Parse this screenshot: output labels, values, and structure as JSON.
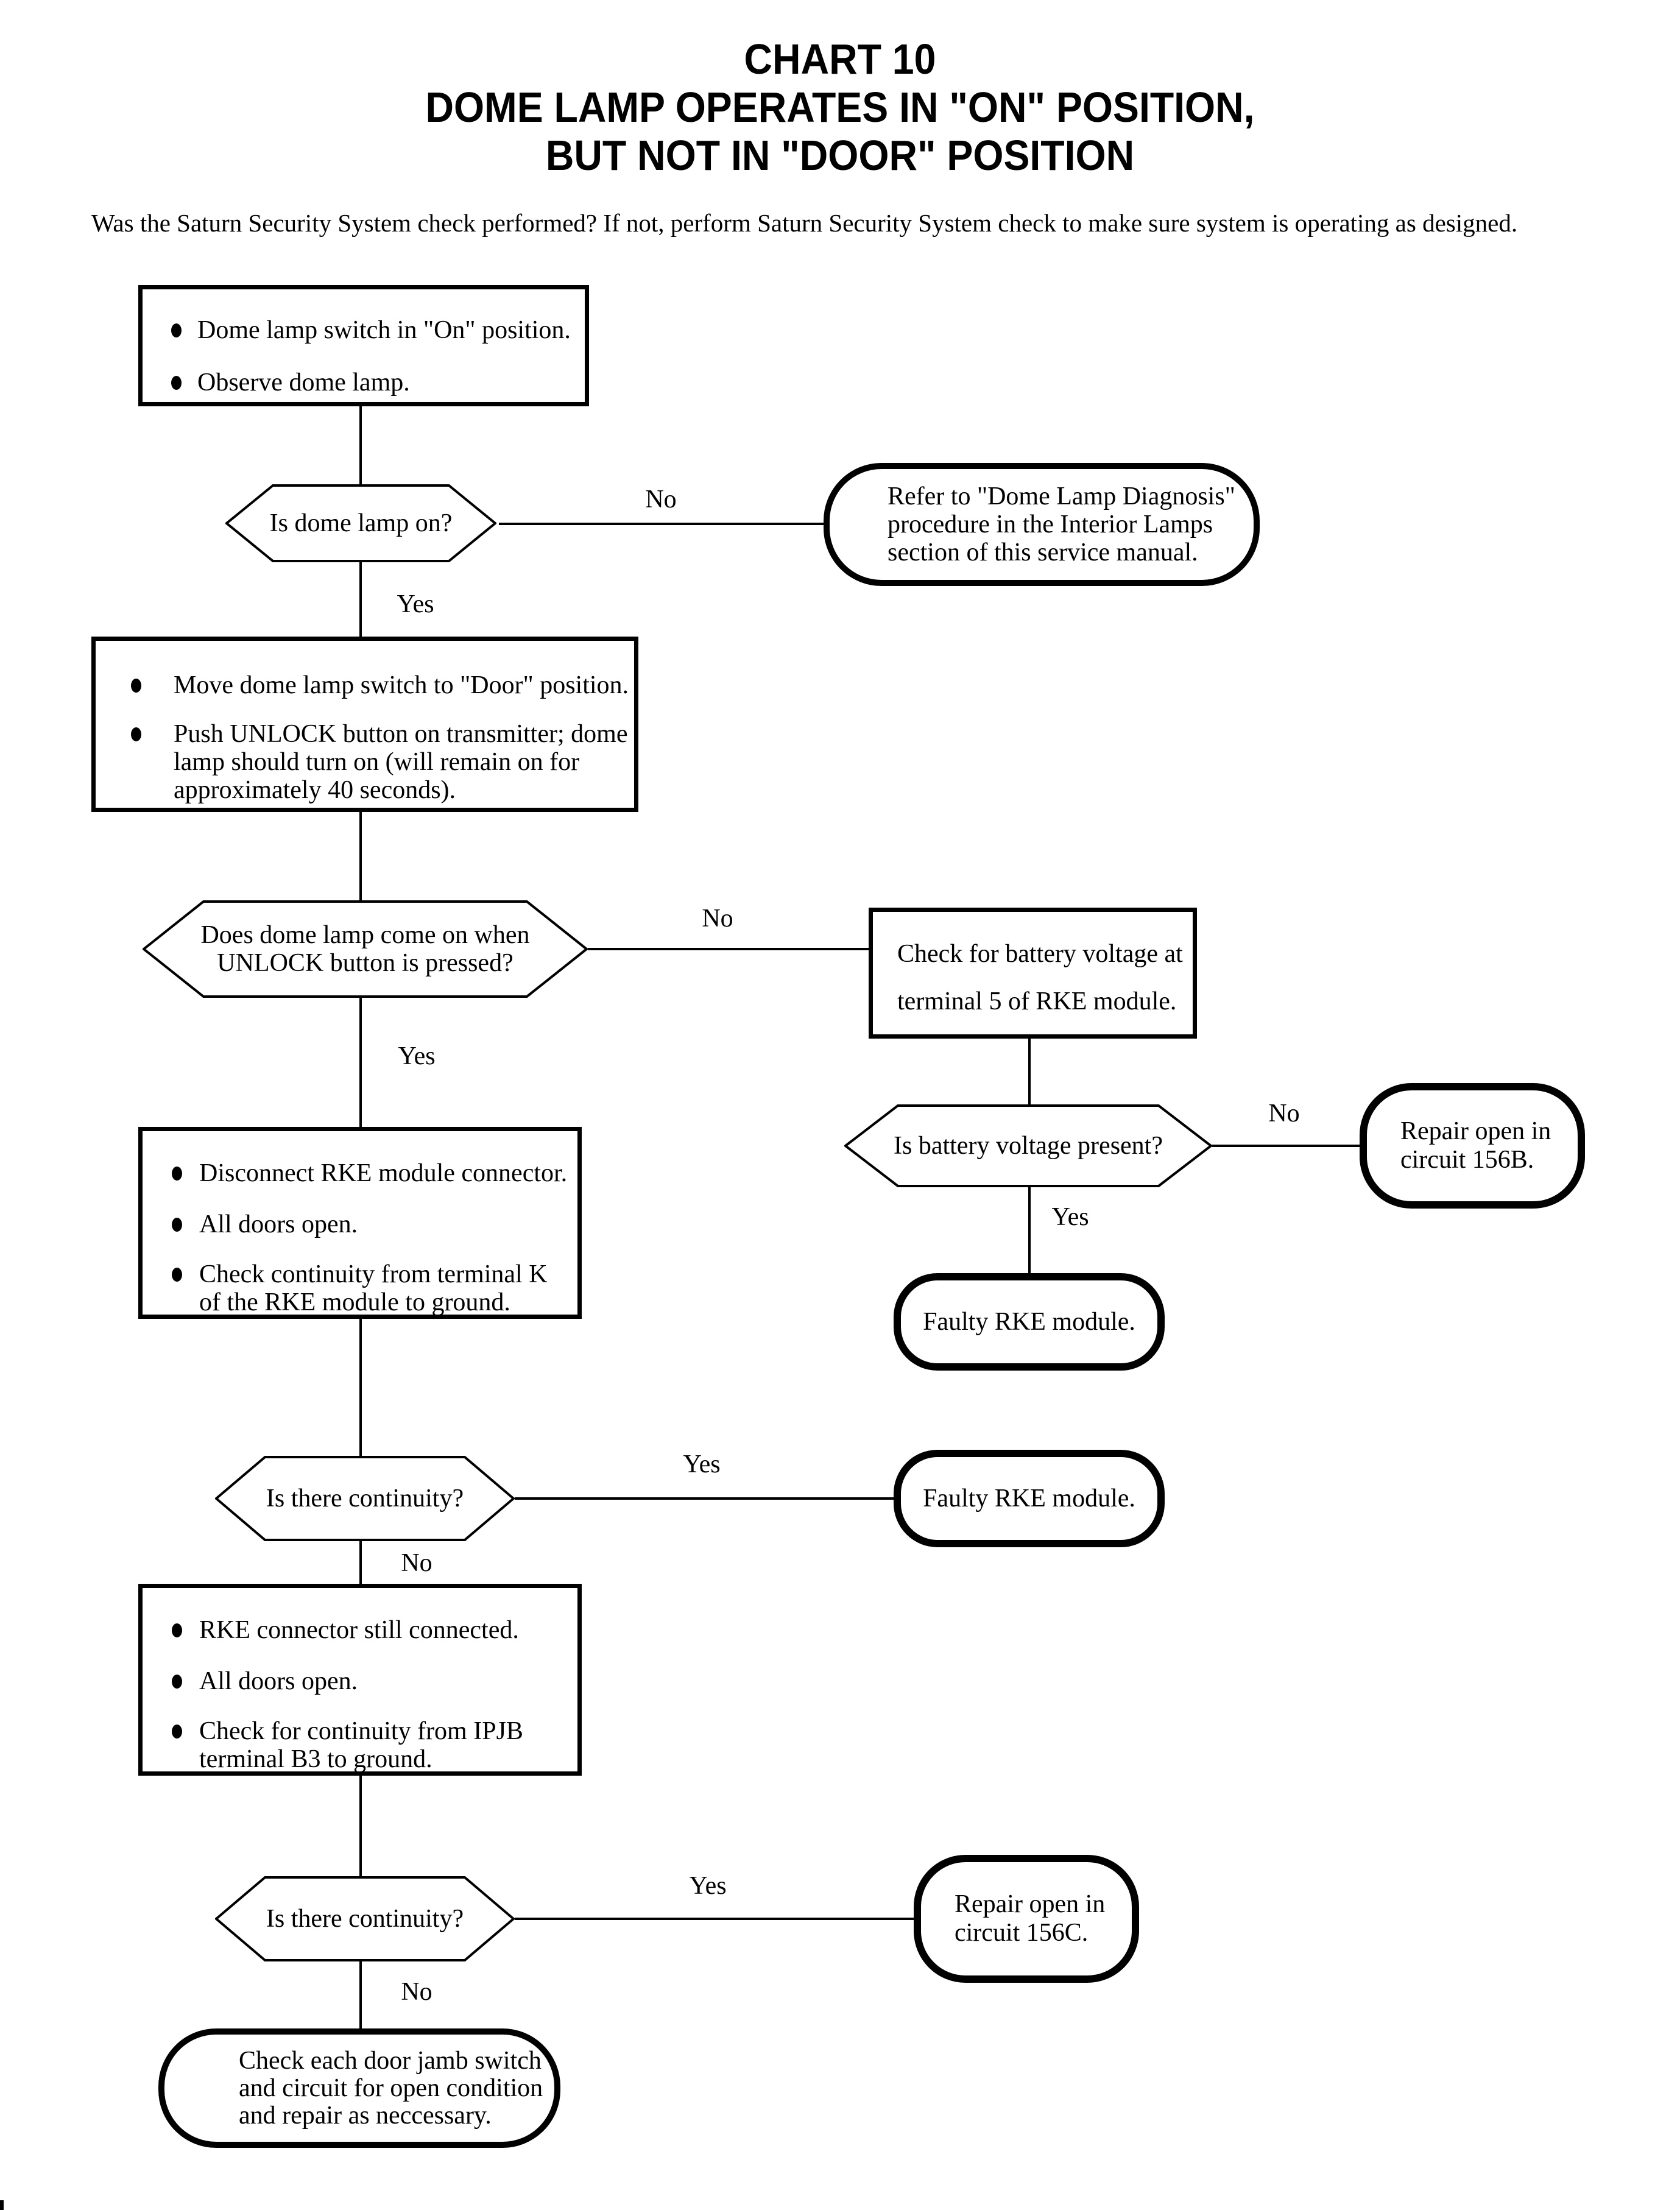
{
  "title": {
    "line1": "CHART 10",
    "line2": "DOME LAMP OPERATES IN \"ON\" POSITION,",
    "line3": "BUT NOT IN \"DOOR\" POSITION"
  },
  "intro": "Was the Saturn Security System check performed? If not, perform Saturn Security System check to make sure system is operating as designed.",
  "labels": {
    "yes": "Yes",
    "no": "No"
  },
  "nodes": {
    "box_observe": {
      "bullet1": "Dome lamp switch in \"On\" position.",
      "bullet2": "Observe dome lamp."
    },
    "hex_lamp_on": {
      "question": "Is dome lamp on?"
    },
    "stadium_refer": {
      "line1": "Refer to \"Dome Lamp Diagnosis\"",
      "line2": "procedure in the Interior Lamps",
      "line3": "section of this service manual."
    },
    "box_move_switch": {
      "bullet1": "Move dome lamp switch to \"Door\" position.",
      "bullet2_line1": "Push UNLOCK button on transmitter; dome",
      "bullet2_line2": "lamp should turn on (will remain on for",
      "bullet2_line3": "approximately 40 seconds)."
    },
    "hex_unlock": {
      "line1": "Does dome lamp come on when",
      "line2": "UNLOCK button is pressed?"
    },
    "box_battery": {
      "line1": "Check for battery voltage at",
      "line2": "terminal 5 of RKE module."
    },
    "hex_battery": {
      "question": "Is battery voltage present?"
    },
    "stadium_156b": {
      "line1": "Repair open in",
      "line2": "circuit 156B."
    },
    "stadium_faulty_rke_1": {
      "text": "Faulty RKE module."
    },
    "box_disconnect": {
      "bullet1": "Disconnect RKE module connector.",
      "bullet2": "All doors open.",
      "bullet3_line1": "Check continuity from terminal K",
      "bullet3_line2": "of the RKE module to ground."
    },
    "hex_continuity_1": {
      "question": "Is there continuity?"
    },
    "stadium_faulty_rke_2": {
      "text": "Faulty RKE module."
    },
    "box_connected": {
      "bullet1": "RKE connector still connected.",
      "bullet2": "All doors open.",
      "bullet3_line1": "Check for continuity from IPJB",
      "bullet3_line2": "terminal B3 to ground."
    },
    "hex_continuity_2": {
      "question": "Is there continuity?"
    },
    "stadium_156c": {
      "line1": "Repair open in",
      "line2": "circuit 156C."
    },
    "stadium_door_jamb": {
      "line1": "Check each door jamb switch",
      "line2": "and circuit for open condition",
      "line3": "and repair as neccessary."
    }
  }
}
